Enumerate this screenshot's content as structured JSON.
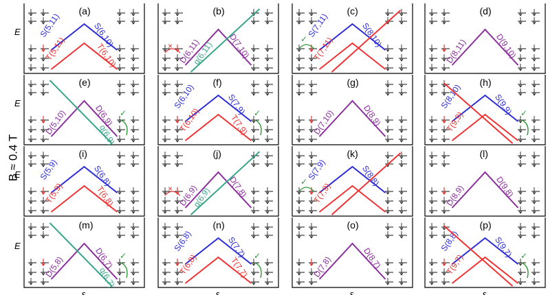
{
  "side_label": "B ≈ 0.4 T",
  "axis": {
    "y": "E",
    "x": "ε"
  },
  "colors": {
    "singlet": "#2b2bd6",
    "triplet": "#ee3232",
    "doublet": "#8a2e9c",
    "quartet": "#3aa58a",
    "arrow_ok": "#2e9a38",
    "arrow_bad": "#e03030",
    "frame": "#000000"
  },
  "panels": [
    {
      "tag": "(a)",
      "type": "ST",
      "upper": [
        "S(5,11)",
        "S(6,10)"
      ],
      "lower": [
        "T(5,11)",
        "T(6,10)"
      ]
    },
    {
      "tag": "(b)",
      "type": "DQ",
      "labels": [
        "D(6,11)",
        "D(7,10)"
      ],
      "extra": "q(6,11)",
      "marker": "x"
    },
    {
      "tag": "(c)",
      "type": "ST",
      "upper": [
        "S(7,11)",
        "S(8,10)"
      ],
      "lower": [
        "T(7,11)"
      ],
      "extraS": true,
      "marker": "check-left"
    },
    {
      "tag": "(d)",
      "type": "D",
      "labels": [
        "D(8,11)",
        "D(9,10)"
      ]
    },
    {
      "tag": "(e)",
      "type": "DQ",
      "labels": [
        "D(5,10)",
        "D(6,9)"
      ],
      "extra": "q(6,9)",
      "marker": "check-right",
      "mirror": true
    },
    {
      "tag": "(f)",
      "type": "ST",
      "upper": [
        "S(6,10)",
        "S(7,9)"
      ],
      "lower": [
        "T(6,10)",
        "T(7,9)"
      ],
      "marker": "check-right"
    },
    {
      "tag": "(g)",
      "type": "D",
      "labels": [
        "D(7,10)",
        "D(8,9)"
      ]
    },
    {
      "tag": "(h)",
      "type": "ST",
      "upper": [
        "S(8,10)",
        "S(9,9)"
      ],
      "lower": [
        "T(9,9)"
      ],
      "mirror": true,
      "marker": "check-right"
    },
    {
      "tag": "(i)",
      "type": "ST",
      "upper": [
        "S(5,9)",
        "S(6,8)"
      ],
      "lower": [
        "T(5,9)",
        "T(6,8)"
      ]
    },
    {
      "tag": "(j)",
      "type": "DQ",
      "labels": [
        "D(6,9)",
        "D(7,8)"
      ],
      "extra": "q(6,9)",
      "marker": "x"
    },
    {
      "tag": "(k)",
      "type": "ST",
      "upper": [
        "S(7,9)",
        "S(8,8)"
      ],
      "lower": [
        "T(7,9)"
      ],
      "extraS": true,
      "marker": "check-left"
    },
    {
      "tag": "(l)",
      "type": "D",
      "labels": [
        "D(8,9)",
        "D(9,8)"
      ]
    },
    {
      "tag": "(m)",
      "type": "DQ",
      "labels": [
        "D(5,8)",
        "D(6,7)"
      ],
      "extra": "q(6,7)",
      "marker": "check-right",
      "mirror": true
    },
    {
      "tag": "(n)",
      "type": "ST",
      "upper": [
        "S(6,8)",
        "S(7,7)"
      ],
      "lower": [
        "T(6,8)",
        "T(7,7)"
      ],
      "marker": "check-right"
    },
    {
      "tag": "(o)",
      "type": "D",
      "labels": [
        "D(7,8)",
        "D(8,7)"
      ]
    },
    {
      "tag": "(p)",
      "type": "ST",
      "upper": [
        "S(8,8)",
        "S(9,7)"
      ],
      "lower": [
        "T(9,7)"
      ],
      "mirror": true,
      "marker": "check-right"
    }
  ]
}
